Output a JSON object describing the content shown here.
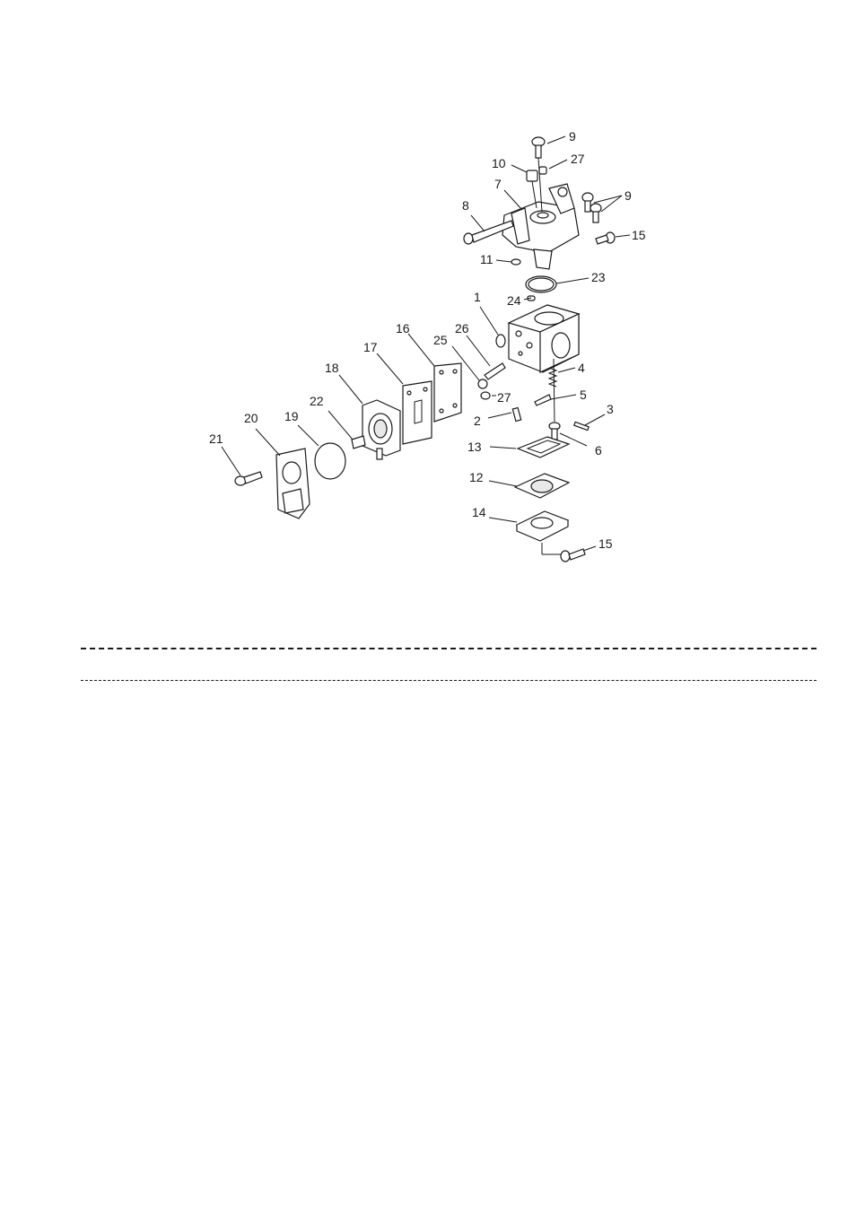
{
  "diagram": {
    "type": "exploded-parts-view",
    "part_labels": {
      "p1": "1",
      "p2": "2",
      "p3": "3",
      "p4": "4",
      "p5": "5",
      "p6": "6",
      "p7": "7",
      "p8": "8",
      "p9a": "9",
      "p9b": "9",
      "p10": "10",
      "p11": "11",
      "p12": "12",
      "p13": "13",
      "p14": "14",
      "p15a": "15",
      "p15b": "15",
      "p16": "16",
      "p17": "17",
      "p18": "18",
      "p19": "19",
      "p20": "20",
      "p21": "21",
      "p22": "22",
      "p23": "23",
      "p24": "24",
      "p25": "25",
      "p26": "26",
      "p27a": "27",
      "p27b": "27"
    }
  },
  "colors": {
    "ink": "#1a1a1a",
    "paper": "#ffffff"
  }
}
